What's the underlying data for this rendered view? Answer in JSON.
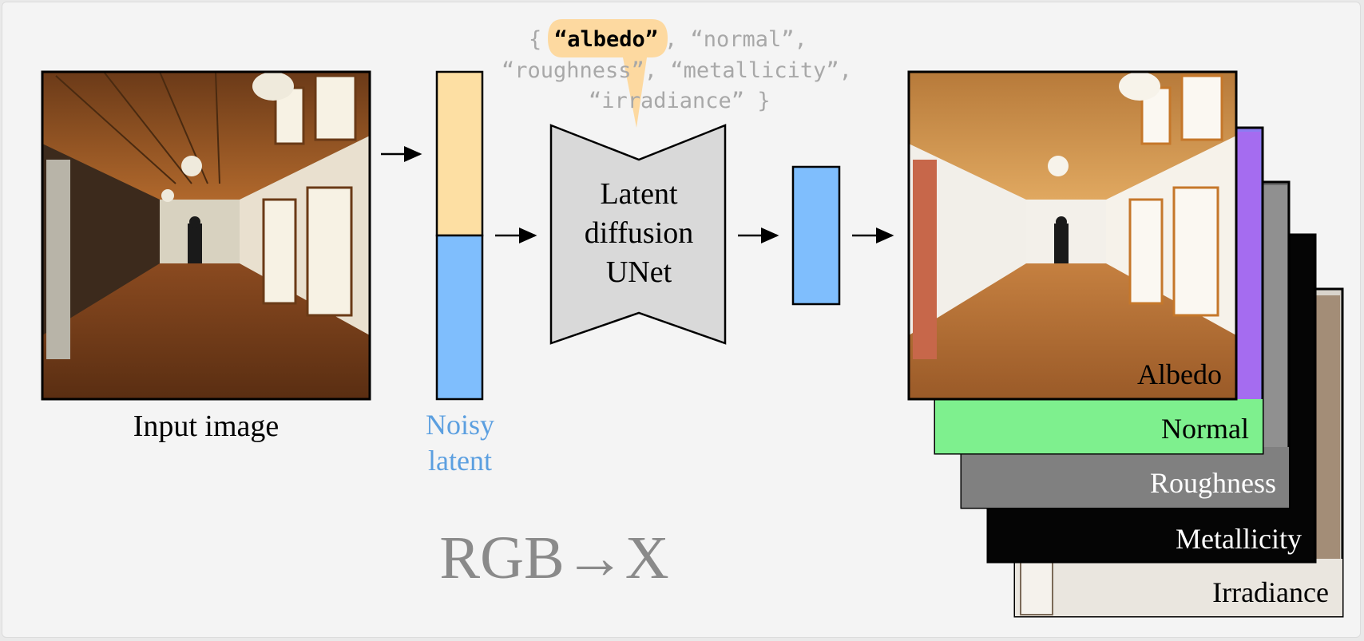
{
  "diagram": {
    "input_label": "Input image",
    "noisy_latent": {
      "line1": "Noisy",
      "line2": "latent"
    },
    "unet": {
      "line1": "Latent",
      "line2": "diffusion",
      "line3": "UNet"
    },
    "prompt": {
      "open_brace": "{",
      "selected": "“albedo”",
      "line1_rest": ", “normal”,",
      "line2": "“roughness”, “metallicity”,",
      "line3": "“irradiance” }"
    },
    "title": "RGB→X",
    "outputs": [
      "Albedo",
      "Normal",
      "Roughness",
      "Metallicity",
      "Irradiance"
    ]
  },
  "colors": {
    "latent_yellow": "#fddfa3",
    "latent_blue": "#7fbefd",
    "label_blue": "#5b9fe0",
    "unet_fill": "#d9d9d9",
    "prompt_gray": "#a8a8a8",
    "highlight": "#fdd9a0",
    "title_gray": "#8a8a8a"
  }
}
